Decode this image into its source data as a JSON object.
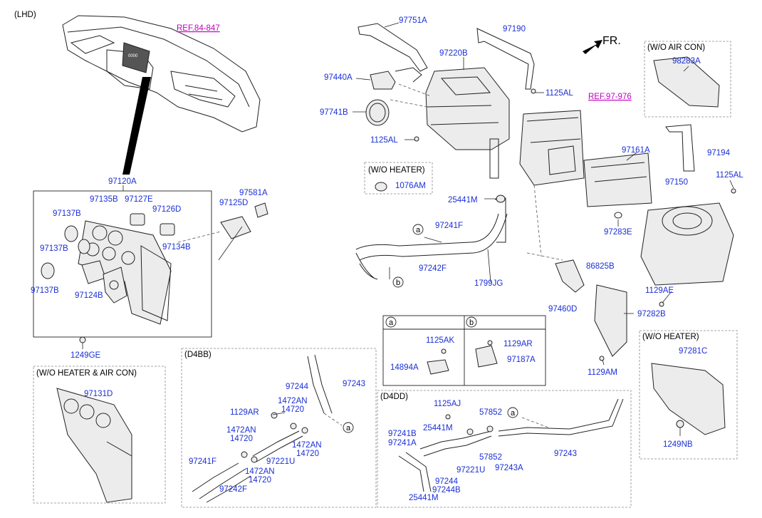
{
  "sections": {
    "lhd": "(LHD)",
    "wo_air_con": "(W/O AIR CON)",
    "wo_heater_top": "(W/O HEATER)",
    "wo_heater_right": "(W/O HEATER)",
    "wo_heater_air_con": "(W/O HEATER & AIR CON)",
    "d4bb": "(D4BB)",
    "d4dd": "(D4DD)"
  },
  "refs": {
    "ref_84": "REF.84-847",
    "ref_97": "REF.97-976"
  },
  "direction": "FR.",
  "callouts": {
    "a": "a",
    "b": "b"
  },
  "parts": {
    "p97751A": "97751A",
    "p97190": "97190",
    "p97220B": "97220B",
    "p97440A": "97440A",
    "p1125AL_1": "1125AL",
    "p97741B": "97741B",
    "p1125AL_2": "1125AL",
    "p98283A": "98283A",
    "p97161A": "97161A",
    "p97194": "97194",
    "p1125AL_3": "1125AL",
    "p97150": "97150",
    "p97283E": "97283E",
    "p1076AM": "1076AM",
    "p25441M_1": "25441M",
    "p97241F_1": "97241F",
    "p97242F_1": "97242F",
    "p1799JG": "1799JG",
    "p86825B": "86825B",
    "p97460D": "97460D",
    "p1129AE": "1129AE",
    "p97282B": "97282B",
    "p1129AM": "1129AM",
    "p97281C": "97281C",
    "p1249NB": "1249NB",
    "p97120A": "97120A",
    "p97135B": "97135B",
    "p97127E": "97127E",
    "p97126D": "97126D",
    "p97137B_1": "97137B",
    "p97137B_2": "97137B",
    "p97137B_3": "97137B",
    "p97134B": "97134B",
    "p97124B": "97124B",
    "p1249GE": "1249GE",
    "p97581A": "97581A",
    "p97125D": "97125D",
    "p97131D": "97131D",
    "p1125AK": "1125AK",
    "p14894A": "14894A",
    "p1129AR_1": "1129AR",
    "p97187A": "97187A",
    "p97244_1": "97244",
    "p97243_1": "97243",
    "p1472AN_1": "1472AN",
    "p14720_1": "14720",
    "p1129AR_2": "1129AR",
    "p1472AN_2": "1472AN",
    "p14720_2": "14720",
    "p1472AN_3": "1472AN",
    "p14720_3": "14720",
    "p97221U_1": "97221U",
    "p97241F_2": "97241F",
    "p1472AN_4": "1472AN",
    "p14720_4": "14720",
    "p97242F_2": "97242F",
    "p1125AJ": "1125AJ",
    "p57852_1": "57852",
    "p25441M_2": "25441M",
    "p97241B": "97241B",
    "p97241A": "97241A",
    "p97243_2": "97243",
    "p57852_2": "57852",
    "p97221U_2": "97221U",
    "p97243A": "97243A",
    "p97244_2": "97244",
    "p97244B": "97244B",
    "p25441M_3": "25441M"
  }
}
